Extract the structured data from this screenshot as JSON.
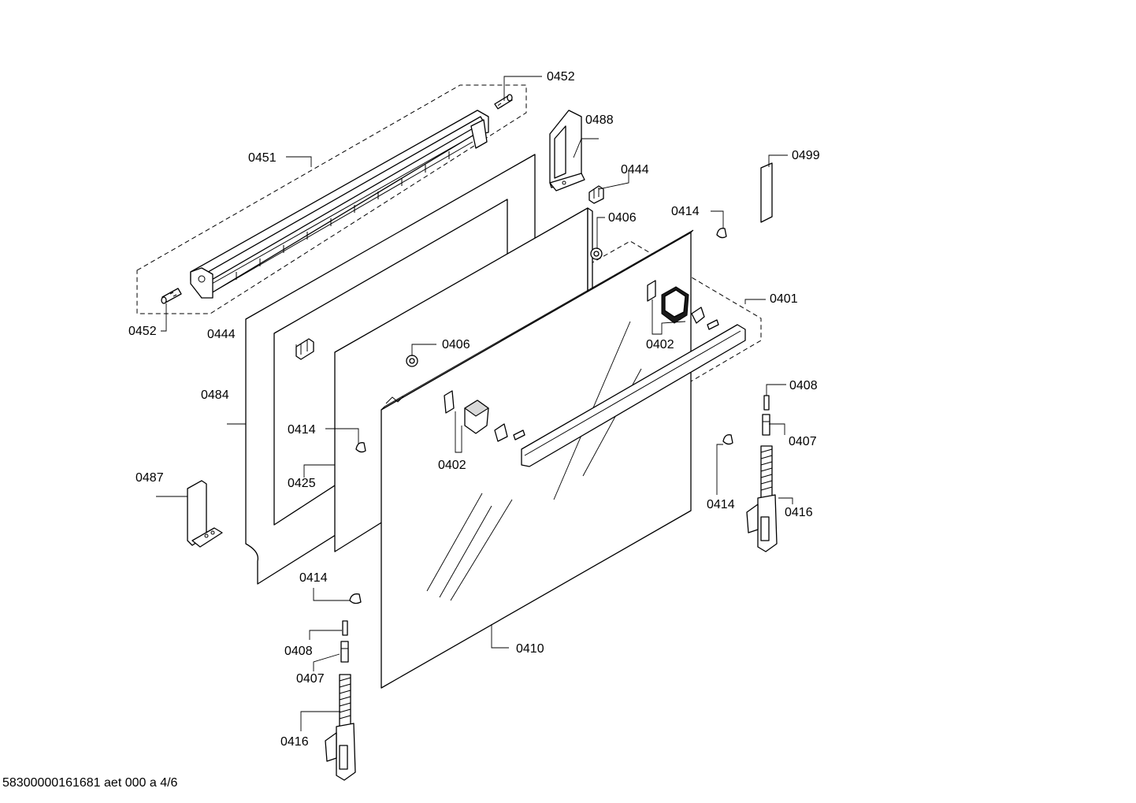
{
  "labels": {
    "l0452a": "0452",
    "l0488": "0488",
    "l0499": "0499",
    "l0451": "0451",
    "l0444a": "0444",
    "l0414a": "0414",
    "l0406a": "0406",
    "l0401": "0401",
    "l0452b": "0452",
    "l0444b": "0444",
    "l0402a": "0402",
    "l0406b": "0406",
    "l0484": "0484",
    "l0408a": "0408",
    "l0414b": "0414",
    "l0407a": "0407",
    "l0402b": "0402",
    "l0425": "0425",
    "l0487": "0487",
    "l0414c": "0414",
    "l0416a": "0416",
    "l0414d": "0414",
    "l0408b": "0408",
    "l0410": "0410",
    "l0407b": "0407",
    "l0416b": "0416"
  },
  "footer": "58300000161681 aet 000 a 4/6"
}
